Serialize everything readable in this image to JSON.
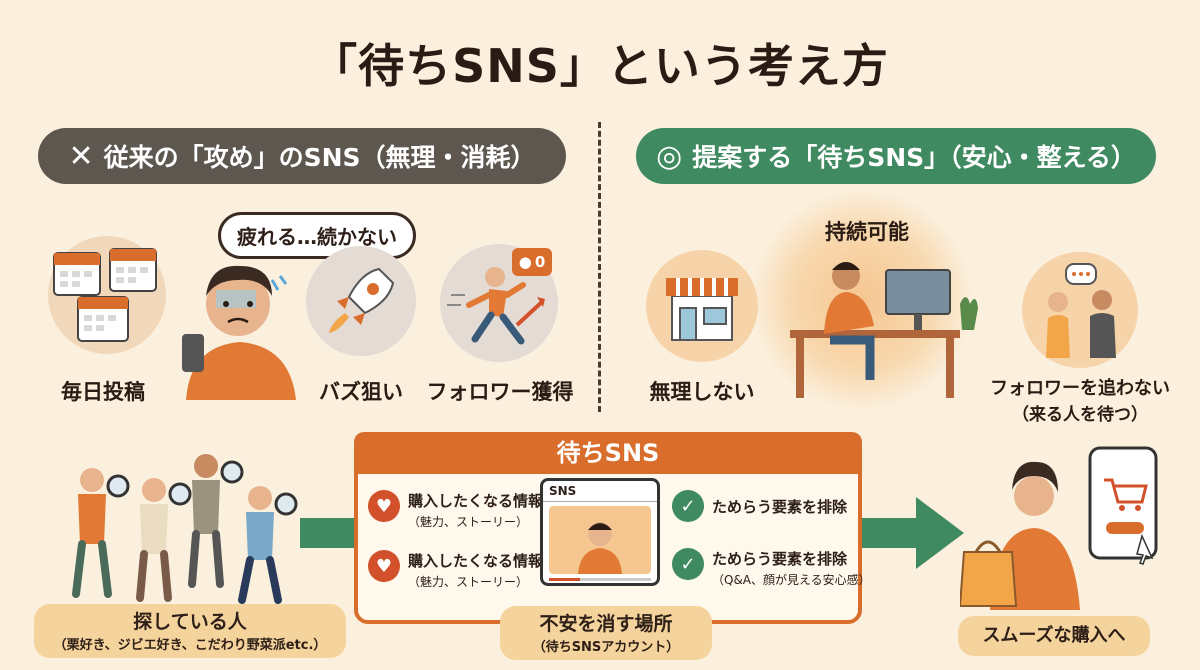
{
  "title": "「待ちSNS」という考え方",
  "left_header": {
    "mark": "✕",
    "text": "従来の「攻め」のSNS（無理・消耗）"
  },
  "right_header": {
    "mark": "◎",
    "text": "提案する「待ちSNS」（安心・整える）"
  },
  "left_items": {
    "bubble": "疲れる…続かない",
    "daily_post": "毎日投稿",
    "buzz": "バズ狙い",
    "followers": "フォロワー獲得",
    "notif_count": "0"
  },
  "right_items": {
    "sustainable": "持続可能",
    "no_strain": "無理しない",
    "no_chase": "フォロワーを追わない",
    "no_chase_sub": "（来る人を待つ）"
  },
  "seekers": {
    "title": "探している人",
    "subtitle": "（栗好き、ジビエ好き、こだわり野菜派etc.）"
  },
  "wait_sns": {
    "header": "待ちSNS",
    "phone_label": "SNS",
    "features_left": [
      {
        "title": "購入したくなる情報",
        "sub": "（魅力、ストーリー）"
      },
      {
        "title": "購入したくなる情報",
        "sub": "（魅力、ストーリー）"
      }
    ],
    "features_right": [
      {
        "title": "ためらう要素を排除",
        "sub": ""
      },
      {
        "title": "ためらう要素を排除",
        "sub": "（Q&A、顔が見える安心感）"
      }
    ],
    "place_title": "不安を消す場所",
    "place_sub": "（待ちSNSアカウント）"
  },
  "result": {
    "label": "スムーズな購入へ"
  },
  "colors": {
    "background": "#fbf0de",
    "orange": "#d86d2c",
    "green": "#3f8a60",
    "gray": "#5e5750",
    "tag": "#f5d39c"
  }
}
